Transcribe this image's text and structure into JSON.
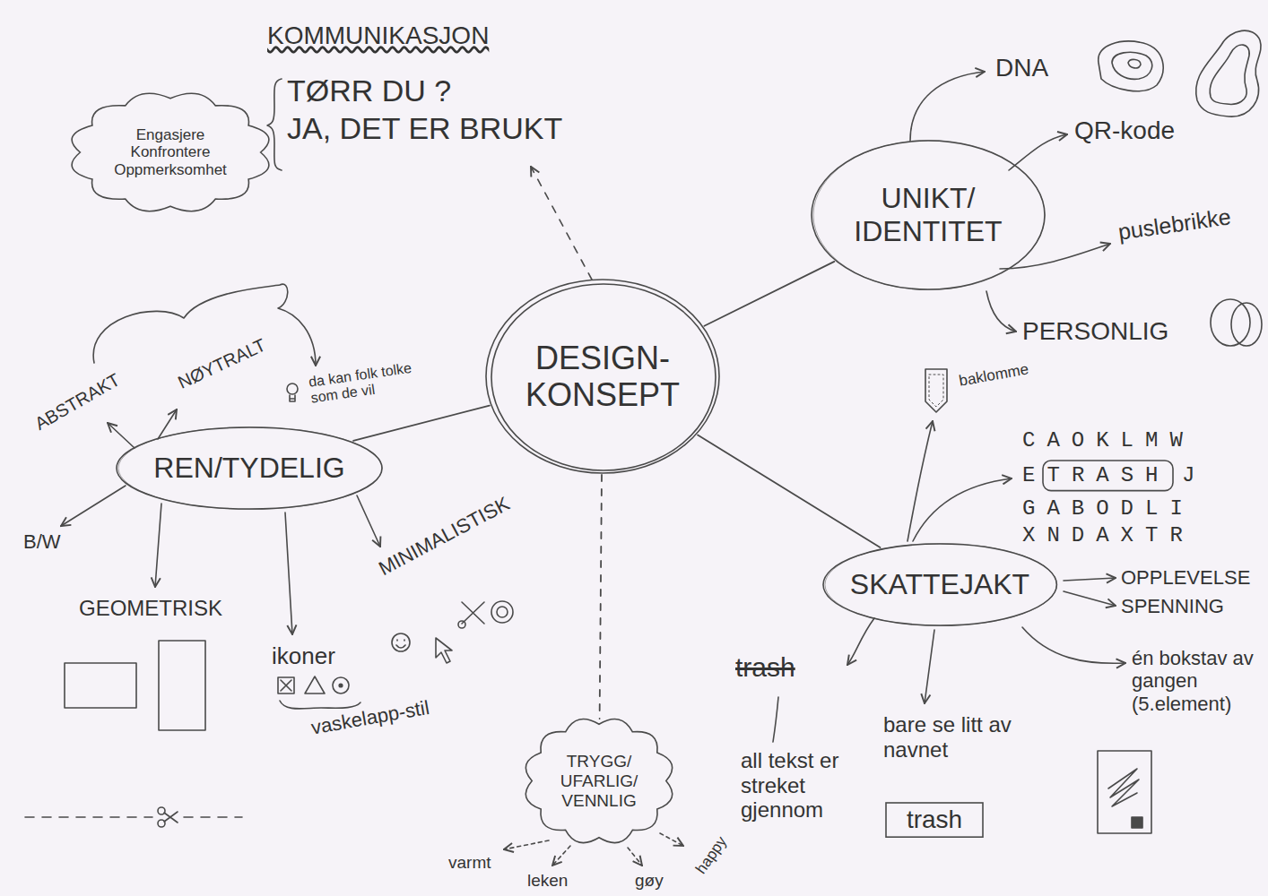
{
  "diagram": {
    "nodes": [
      {
        "text": [
          "Engasjere Konfrontere Oppmerksomhet"
        ]
      },
      {
        "text": [
          "UNIKT/ IDENTITET"
        ]
      },
      {
        "text": [
          "DESIGN- KONSEPT"
        ]
      },
      {
        "text": [
          "REN/TYDELIG"
        ]
      },
      {
        "text": [
          "TRASH"
        ]
      },
      {
        "text": [
          "SKATTEJAKT"
        ]
      },
      {
        "text": [
          "TRYGG/ UFARLIG/ VENNLIG"
        ]
      },
      {
        "text": [
          "trash"
        ]
      }
    ],
    "edges": [
      {
        "from": 2,
        "to": 1,
        "arrow": "none"
      },
      {
        "from": 2,
        "to": 3,
        "arrow": "none"
      },
      {
        "from": 2,
        "to": 5,
        "arrow": "none"
      },
      {
        "from": 2,
        "to": 6,
        "arrow": "none"
      }
    ],
    "labels": [
      "KOMMUNIKASJON",
      "TØRR DU ?",
      "JA, DET ER BRUKT",
      "DNA",
      "QR-kode",
      "puslebrikke",
      "PERSONLIG",
      "NØYTRALT",
      "ABSTRAKT",
      "da kan folk tolke som de vil",
      "baklomme",
      "CAOKLMW",
      "E",
      "J",
      "GABODLI",
      "XNDAXTR",
      "MINIMALISTISK",
      "B/W",
      "OPPLEVELSE",
      "SPENNING",
      "GEOMETRISK",
      "ikoner",
      "trash",
      "én bokstav av gangen (5.element)",
      "vaskelapp-stil",
      "bare se litt av navnet",
      "all tekst er streket gjennom",
      "happy",
      "varmt",
      "leken",
      "gøy"
    ]
  }
}
